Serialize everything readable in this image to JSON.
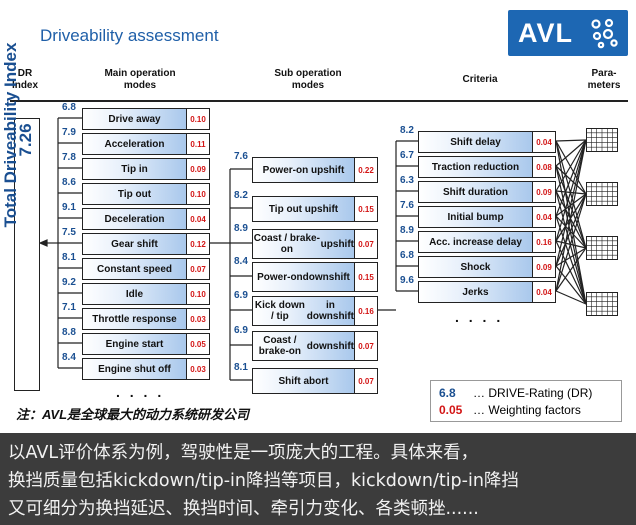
{
  "header": {
    "title": "Driveability assessment",
    "logo_text": "AVL"
  },
  "columns": {
    "dr_index": [
      "DR",
      "Index"
    ],
    "main_modes": [
      "Main operation",
      "modes"
    ],
    "sub_modes": [
      "Sub operation",
      "modes"
    ],
    "criteria": "Criteria",
    "parameters": [
      "Para-",
      "meters"
    ]
  },
  "total": {
    "title": "Total Driveability Index",
    "value": "7.26"
  },
  "main_modes": [
    {
      "dr": "6.8",
      "label": "Drive away",
      "w": "0.10"
    },
    {
      "dr": "7.9",
      "label": "Acceleration",
      "w": "0.11"
    },
    {
      "dr": "7.8",
      "label": "Tip in",
      "w": "0.09"
    },
    {
      "dr": "8.6",
      "label": "Tip out",
      "w": "0.10"
    },
    {
      "dr": "9.1",
      "label": "Deceleration",
      "w": "0.04"
    },
    {
      "dr": "7.5",
      "label": "Gear shift",
      "w": "0.12"
    },
    {
      "dr": "8.1",
      "label": "Constant speed",
      "w": "0.07"
    },
    {
      "dr": "9.2",
      "label": "Idle",
      "w": "0.10"
    },
    {
      "dr": "7.1",
      "label": "Throttle response",
      "w": "0.03"
    },
    {
      "dr": "8.8",
      "label": "Engine start",
      "w": "0.05"
    },
    {
      "dr": "8.4",
      "label": "Engine shut off",
      "w": "0.03"
    }
  ],
  "main_more": ". . . .",
  "sub_modes": [
    {
      "dr": "7.6",
      "label": [
        "Power-on upshift"
      ],
      "w": "0.22"
    },
    {
      "dr": "8.2",
      "label": [
        "Tip out upshift"
      ],
      "w": "0.15"
    },
    {
      "dr": "8.9",
      "label": [
        "Coast / brake-on",
        "upshift"
      ],
      "w": "0.07"
    },
    {
      "dr": "8.4",
      "label": [
        "Power-on",
        "downshift"
      ],
      "w": "0.15"
    },
    {
      "dr": "6.9",
      "label": [
        "Kick down / tip",
        "in downshift"
      ],
      "w": "0.16"
    },
    {
      "dr": "6.9",
      "label": [
        "Coast / brake-on",
        "downshift"
      ],
      "w": "0.07"
    },
    {
      "dr": "8.1",
      "label": [
        "Shift abort"
      ],
      "w": "0.07"
    }
  ],
  "criteria": [
    {
      "dr": "8.2",
      "label": "Shift delay",
      "w": "0.04"
    },
    {
      "dr": "6.7",
      "label": "Traction reduction",
      "w": "0.08"
    },
    {
      "dr": "6.3",
      "label": "Shift duration",
      "w": "0.09"
    },
    {
      "dr": "7.6",
      "label": "Initial bump",
      "w": "0.04"
    },
    {
      "dr": "8.9",
      "label": "Acc. increase delay",
      "w": "0.16"
    },
    {
      "dr": "6.8",
      "label": "Shock",
      "w": "0.09"
    },
    {
      "dr": "9.6",
      "label": "Jerks",
      "w": "0.04"
    }
  ],
  "criteria_more": ". . . .",
  "legend": [
    {
      "value": "6.8",
      "text": "… DRIVE-Rating (DR)",
      "color": "#1a4f91"
    },
    {
      "value": "0.05",
      "text": "… Weighting factors",
      "color": "#d31515"
    }
  ],
  "note": "注：AVL是全球最大的动力系统研发公司",
  "caption": [
    "以AVL评价体系为例，驾驶性是一项庞大的工程。具体来看，",
    "换挡质量包括kickdown/tip-in降挡等项目，kickdown/tip-in降挡",
    "又可细分为换挡延迟、换挡时间、牵引力变化、各类顿挫......"
  ],
  "colors": {
    "accent": "#1d67b3",
    "rating": "#1a4f91",
    "weight": "#d31515",
    "caption_bg": "#3c3c3c"
  }
}
